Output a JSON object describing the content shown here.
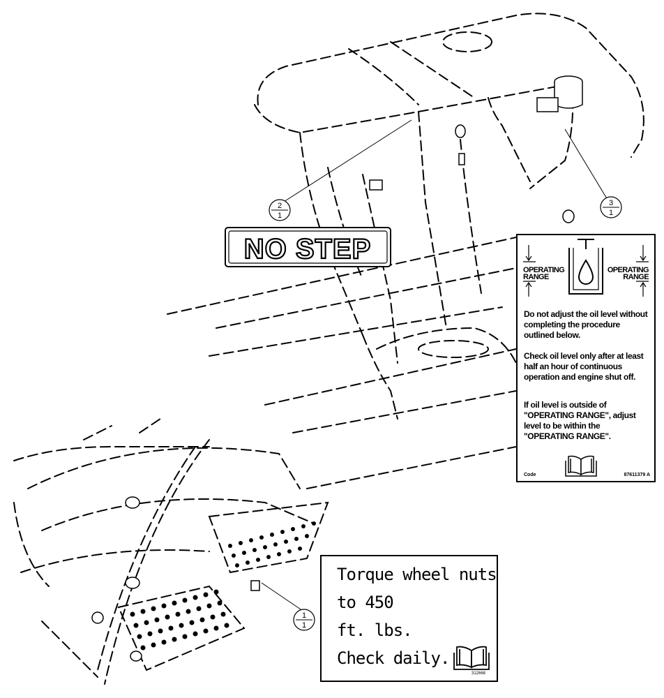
{
  "no_step": "NO STEP",
  "callouts": [
    {
      "top": "2",
      "bottom": "1"
    },
    {
      "top": "3",
      "bottom": "1"
    },
    {
      "top": "1",
      "bottom": "1"
    }
  ],
  "oil_decal": {
    "range_label": "OPERATING RANGE",
    "range_left_1": "OPERATING",
    "range_left_2": "RANGE",
    "range_right_1": "OPERATING",
    "range_right_2": "RANGE",
    "para1": "Do not adjust the oil level without completing the procedure outlined below.",
    "para2": "Check oil level only after at least half an hour of continuous operation and engine shut off.",
    "para3": "If oil level is outside of \"OPERATING RANGE\", adjust level to be within the \"OPERATING RANGE\".",
    "code_label": "Code",
    "part_number": "87611379 A"
  },
  "torque_decal": {
    "line1": "Torque wheel nuts",
    "line2": "to 450",
    "line3": "ft. lbs.",
    "line4": "Check daily.",
    "part_number": "312668"
  },
  "icons": [
    "manual-book-icon",
    "oil-drop-icon"
  ]
}
